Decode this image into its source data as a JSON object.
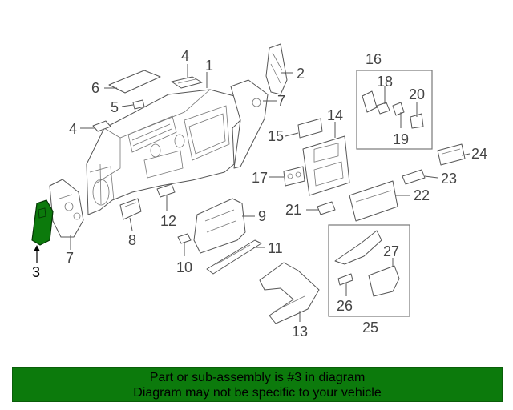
{
  "callouts": {
    "c1": "1",
    "c2": "2",
    "c3": "3",
    "c4a": "4",
    "c4b": "4",
    "c5": "5",
    "c6": "6",
    "c7a": "7",
    "c7b": "7",
    "c8": "8",
    "c9": "9",
    "c10": "10",
    "c11": "11",
    "c12": "12",
    "c13": "13",
    "c14": "14",
    "c15": "15",
    "c16": "16",
    "c17": "17",
    "c18": "18",
    "c19": "19",
    "c20": "20",
    "c21": "21",
    "c22": "22",
    "c23": "23",
    "c24": "24",
    "c25": "25",
    "c26": "26",
    "c27": "27"
  },
  "highlight": {
    "part": "3",
    "color": "#0c7a0c"
  },
  "banner": {
    "line1": "Part or sub-assembly is #3 in diagram",
    "line2": "Diagram may not be specific to your vehicle",
    "background": "#0c7a0c"
  }
}
